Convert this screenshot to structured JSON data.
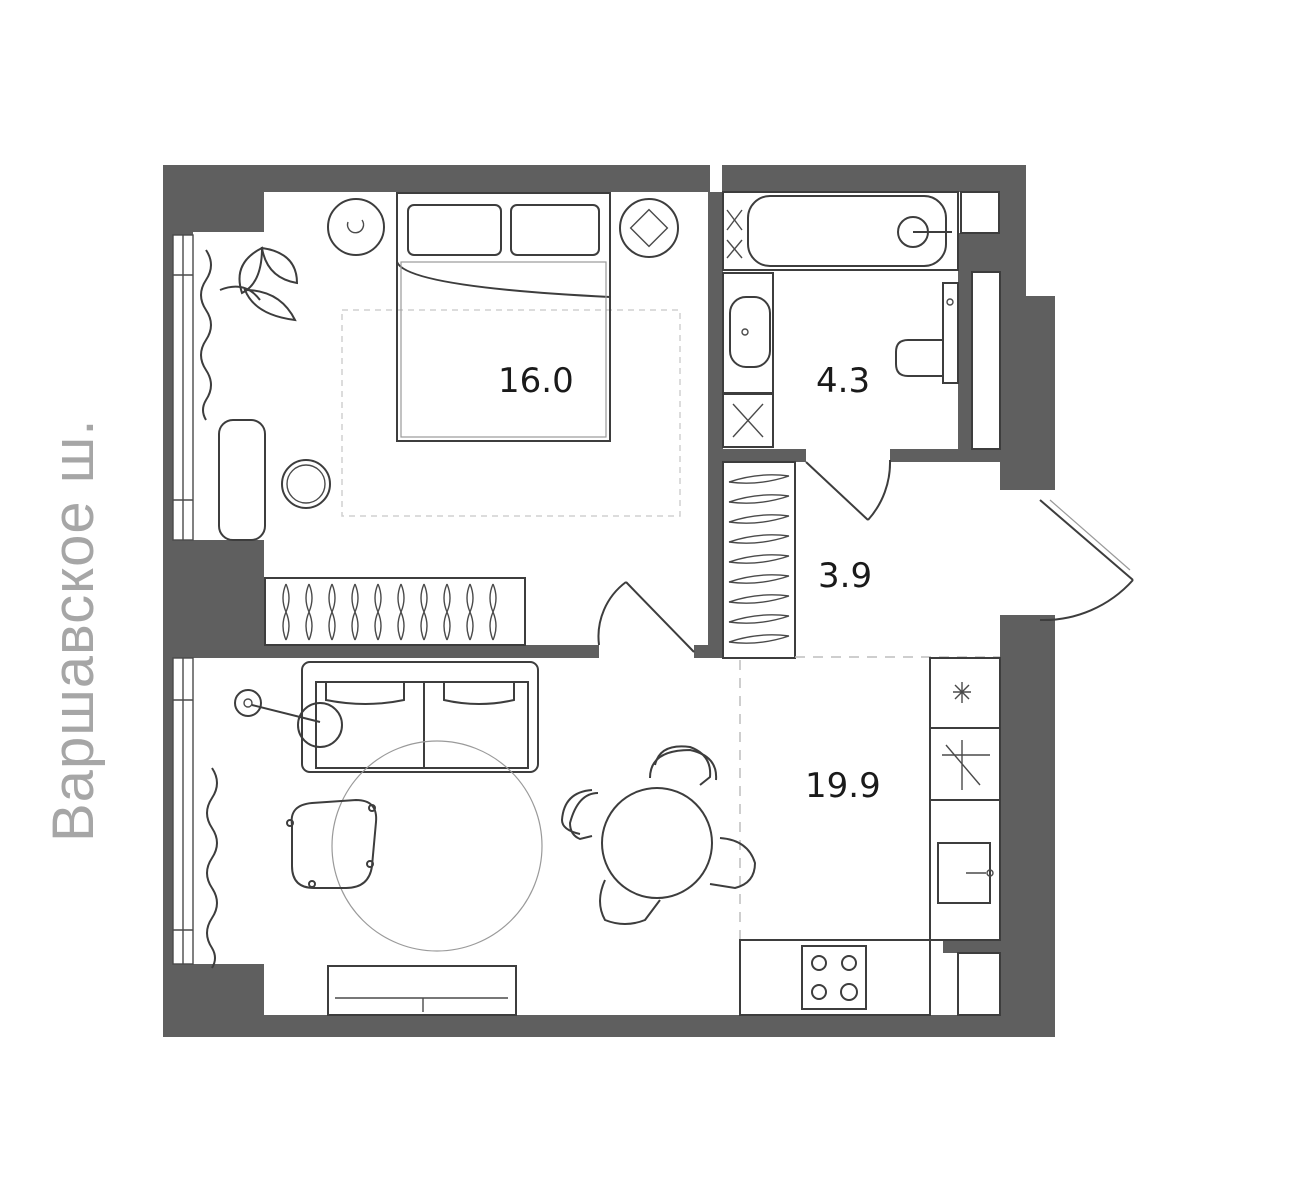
{
  "street_label": "Варшавское ш.",
  "rooms": {
    "bedroom": {
      "area": "16.0"
    },
    "bathroom": {
      "area": "4.3"
    },
    "hallway": {
      "area": "3.9"
    },
    "living_kitchen": {
      "area": "19.9"
    }
  },
  "colors": {
    "wall": "#5f5f5f",
    "line": "#3d3d3d",
    "street_text": "#a6a6a6"
  }
}
